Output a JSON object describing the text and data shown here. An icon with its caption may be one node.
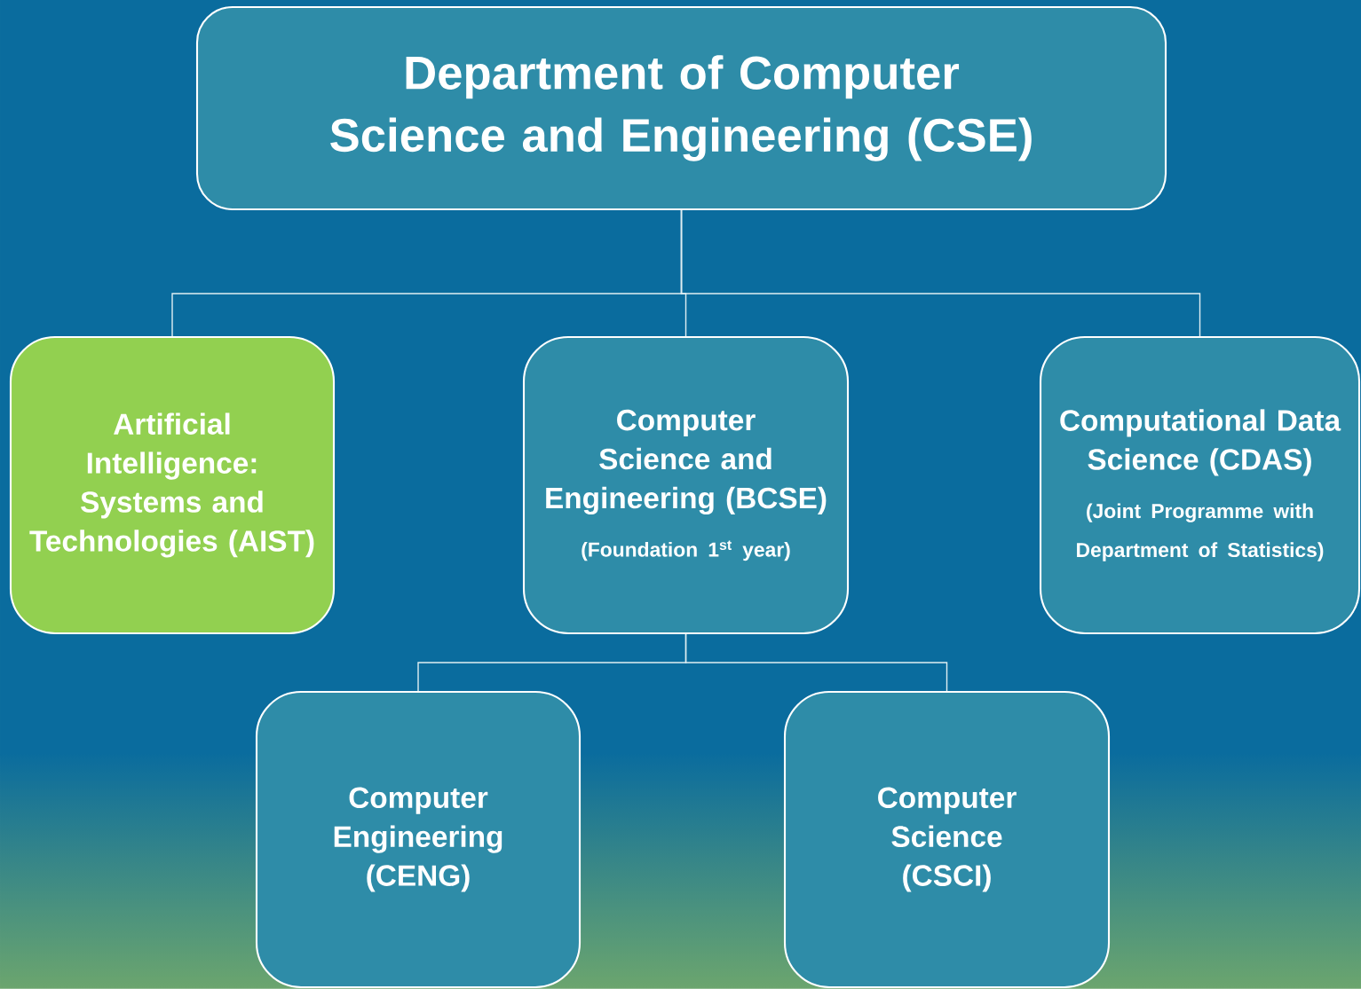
{
  "diagram": {
    "nodes": [
      {
        "text": [
          "Department of Computer Science and Engineering (CSE)"
        ]
      },
      {
        "text": [
          "Artificial Intelligence: Systems and Technologies (AIST)"
        ]
      },
      {
        "text": [
          "Computer Science and Engineering (BCSE)",
          "(Foundation 1$^{st}$ year)"
        ]
      },
      {
        "text": [
          "Computational Data Science (CDAS)",
          "(Joint Programme with Department of Statistics)"
        ]
      },
      {
        "text": [
          "Computer Engineering (CENG)"
        ]
      },
      {
        "text": [
          "Computer Science (CSCI)"
        ]
      }
    ],
    "edges": [
      {
        "from": 0,
        "to": 1,
        "arrow": "none"
      },
      {
        "from": 0,
        "to": 2,
        "arrow": "none"
      },
      {
        "from": 0,
        "to": 3,
        "arrow": "none"
      },
      {
        "from": 2,
        "to": 4,
        "arrow": "none"
      },
      {
        "from": 2,
        "to": 5,
        "arrow": "none"
      }
    ]
  }
}
